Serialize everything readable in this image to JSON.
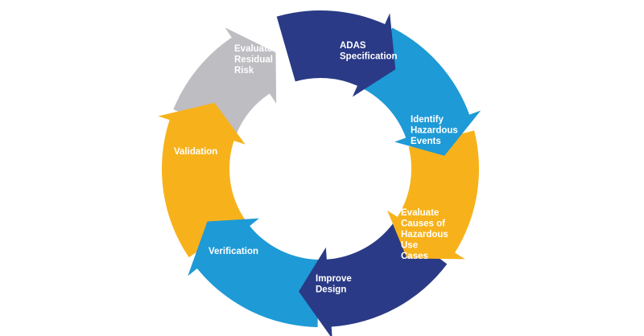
{
  "diagram": {
    "type": "cycle",
    "colors": {
      "navy": "#2a3a86",
      "blue": "#1e9ad6",
      "gold": "#f7b21b",
      "gray": "#bdbdc2"
    },
    "steps": [
      {
        "id": "adas-specification",
        "lines": [
          "ADAS",
          "Specification"
        ],
        "color": "#2a3a86"
      },
      {
        "id": "identify-hazardous-events",
        "lines": [
          "Identify",
          "Hazardous",
          "Events"
        ],
        "color": "#1e9ad6"
      },
      {
        "id": "evaluate-causes",
        "lines": [
          "Evaluate",
          "Causes of",
          "Hazardous",
          "Use",
          "Cases"
        ],
        "color": "#f7b21b"
      },
      {
        "id": "improve-design",
        "lines": [
          "Improve",
          "Design"
        ],
        "color": "#2a3a86"
      },
      {
        "id": "verification",
        "lines": [
          "Verification"
        ],
        "color": "#1e9ad6"
      },
      {
        "id": "validation",
        "lines": [
          "Validation"
        ],
        "color": "#f7b21b"
      },
      {
        "id": "evaluate-residual-risk",
        "lines": [
          "Evaluate",
          "Residual",
          "Risk"
        ],
        "color": "#bdbdc2"
      }
    ]
  }
}
